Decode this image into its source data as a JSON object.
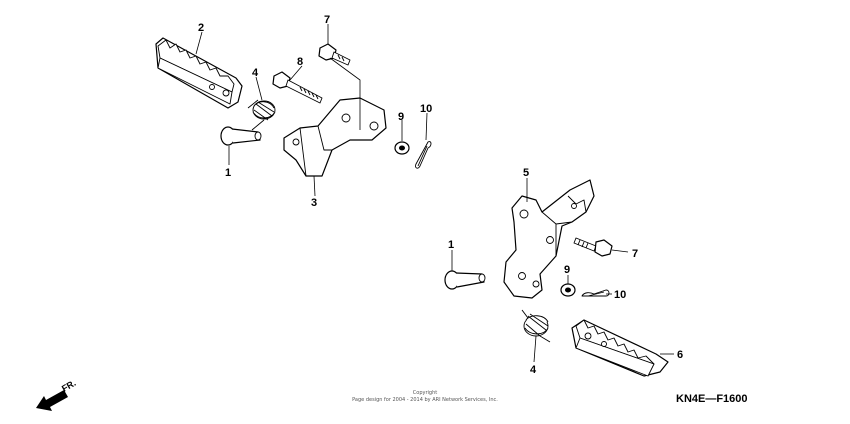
{
  "callouts": [
    {
      "key": "c2",
      "label": "2"
    },
    {
      "key": "c4a",
      "label": "4"
    },
    {
      "key": "c7a",
      "label": "7"
    },
    {
      "key": "c8",
      "label": "8"
    },
    {
      "key": "c9a",
      "label": "9"
    },
    {
      "key": "c10a",
      "label": "10"
    },
    {
      "key": "c1a",
      "label": "1"
    },
    {
      "key": "c3",
      "label": "3"
    },
    {
      "key": "c5",
      "label": "5"
    },
    {
      "key": "c1b",
      "label": "1"
    },
    {
      "key": "c7b",
      "label": "7"
    },
    {
      "key": "c9b",
      "label": "9"
    },
    {
      "key": "c10b",
      "label": "10"
    },
    {
      "key": "c4b",
      "label": "4"
    },
    {
      "key": "c6",
      "label": "6"
    }
  ],
  "direction_label": "FR.",
  "diagram_code": "KN4E—F1600",
  "copyright": {
    "line1": "Copyright",
    "line2": "Page design for 2004 - 2014 by ARI Network Services, Inc."
  },
  "colors": {
    "line": "#000000",
    "background": "#ffffff"
  }
}
